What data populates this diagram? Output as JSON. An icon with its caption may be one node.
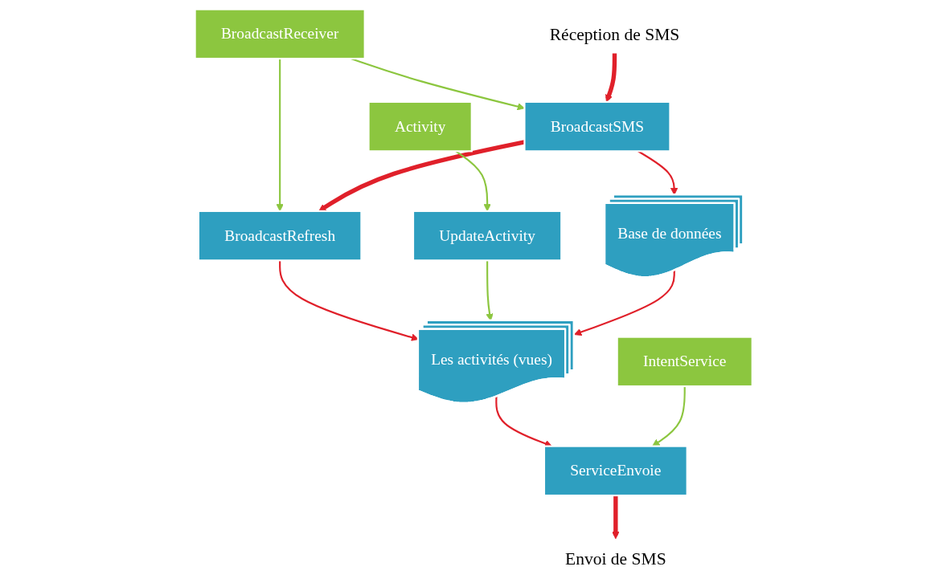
{
  "diagram": {
    "nodes": [
      {
        "text": [
          "BroadcastReceiver"
        ]
      },
      {
        "text": [
          "Activity"
        ]
      },
      {
        "text": [
          "Réception de SMS"
        ]
      },
      {
        "text": [
          "BroadcastSMS"
        ]
      },
      {
        "text": [
          "BroadcastRefresh"
        ]
      },
      {
        "text": [
          "UpdateActivity"
        ]
      },
      {
        "text": [
          "Base de données"
        ]
      },
      {
        "text": [
          "Les activités (vues)"
        ]
      },
      {
        "text": [
          "IntentService"
        ]
      },
      {
        "text": [
          "ServiceEnvoie"
        ]
      },
      {
        "text": [
          "Envoi de SMS"
        ]
      }
    ],
    "edges": [
      {
        "from": 0,
        "to": 3,
        "arrow": "to",
        "color": "#8cc63f"
      },
      {
        "from": 0,
        "to": 4,
        "arrow": "to",
        "color": "#8cc63f"
      },
      {
        "from": 2,
        "to": 3,
        "arrow": "to",
        "style": "thick",
        "color": "#e0202a"
      },
      {
        "from": 3,
        "to": 4,
        "arrow": "to",
        "style": "thick",
        "color": "#e0202a"
      },
      {
        "from": 1,
        "to": 5,
        "arrow": "to",
        "color": "#8cc63f"
      },
      {
        "from": 3,
        "to": 6,
        "arrow": "to",
        "color": "#e0202a"
      },
      {
        "from": 4,
        "to": 7,
        "arrow": "to",
        "color": "#e0202a"
      },
      {
        "from": 5,
        "to": 7,
        "arrow": "to",
        "color": "#8cc63f"
      },
      {
        "from": 6,
        "to": 7,
        "arrow": "to",
        "color": "#e0202a"
      },
      {
        "from": 7,
        "to": 9,
        "arrow": "to",
        "color": "#e0202a"
      },
      {
        "from": 8,
        "to": 9,
        "arrow": "to",
        "color": "#8cc63f"
      },
      {
        "from": 9,
        "to": 10,
        "arrow": "to",
        "style": "thick",
        "color": "#e0202a"
      }
    ]
  }
}
